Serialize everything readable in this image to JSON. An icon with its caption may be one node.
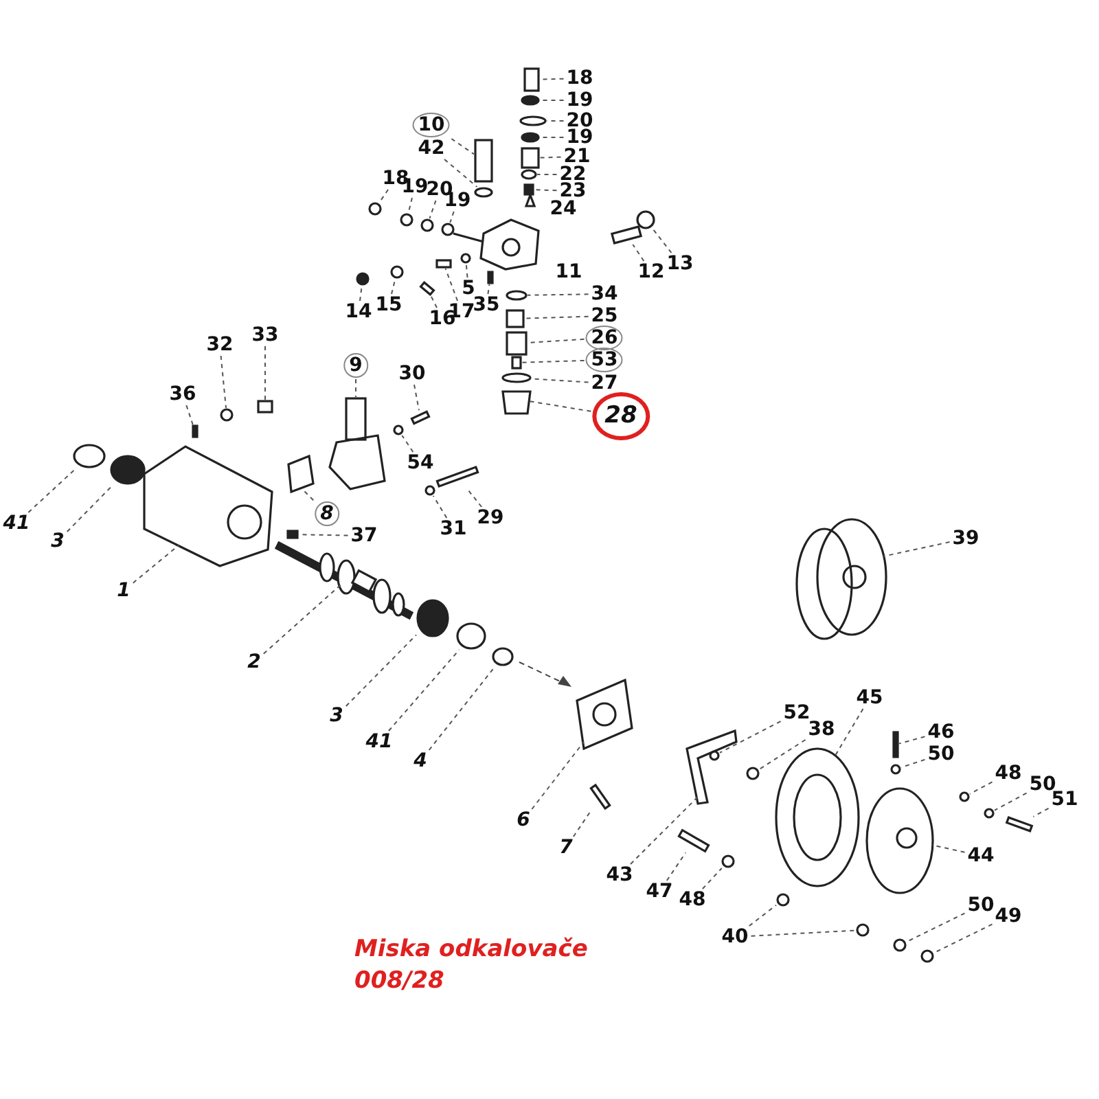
{
  "diagram": {
    "nodes": [
      {
        "text": [
          "18"
        ]
      },
      {
        "text": [
          "19"
        ]
      },
      {
        "text": [
          "20"
        ]
      },
      {
        "text": [
          "19"
        ]
      },
      {
        "text": [
          "10"
        ]
      },
      {
        "text": [
          "42"
        ]
      },
      {
        "text": [
          "21"
        ]
      },
      {
        "text": [
          "22"
        ]
      },
      {
        "text": [
          "23"
        ]
      },
      {
        "text": [
          "18"
        ]
      },
      {
        "text": [
          "19"
        ]
      },
      {
        "text": [
          "20"
        ]
      },
      {
        "text": [
          "19"
        ]
      },
      {
        "text": [
          "12"
        ]
      },
      {
        "text": [
          "13"
        ]
      },
      {
        "text": [
          "14"
        ]
      },
      {
        "text": [
          "15"
        ]
      },
      {
        "text": [
          "5"
        ]
      },
      {
        "text": [
          "16"
        ]
      },
      {
        "text": [
          "17"
        ]
      },
      {
        "text": [
          "35"
        ]
      },
      {
        "text": [
          "34"
        ]
      },
      {
        "text": [
          "25"
        ]
      },
      {
        "text": [
          "26"
        ]
      },
      {
        "text": [
          "53"
        ]
      },
      {
        "text": [
          "27"
        ]
      },
      {
        "text": [
          "28"
        ]
      },
      {
        "text": [
          "9"
        ]
      },
      {
        "text": [
          "30"
        ]
      },
      {
        "text": [
          "32"
        ]
      },
      {
        "text": [
          "33"
        ]
      },
      {
        "text": [
          "36"
        ]
      },
      {
        "text": [
          "54"
        ]
      },
      {
        "text": [
          "29"
        ]
      },
      {
        "text": [
          "31"
        ]
      },
      {
        "text": [
          "8"
        ]
      },
      {
        "text": [
          "37"
        ]
      },
      {
        "text": [
          "41"
        ]
      },
      {
        "text": [
          "3"
        ]
      },
      {
        "text": [
          "1"
        ]
      },
      {
        "text": [
          "2"
        ]
      },
      {
        "text": [
          "3"
        ]
      },
      {
        "text": [
          "41"
        ]
      },
      {
        "text": [
          "4"
        ]
      },
      {
        "text": [
          "39"
        ]
      },
      {
        "text": [
          "52"
        ]
      },
      {
        "text": [
          "38"
        ]
      },
      {
        "text": [
          "45"
        ]
      },
      {
        "text": [
          "46"
        ]
      },
      {
        "text": [
          "50"
        ]
      },
      {
        "text": [
          "48"
        ]
      },
      {
        "text": [
          "50"
        ]
      },
      {
        "text": [
          "51"
        ]
      },
      {
        "text": [
          "6"
        ]
      },
      {
        "text": [
          "7"
        ]
      },
      {
        "text": [
          "43"
        ]
      },
      {
        "text": [
          "47"
        ]
      },
      {
        "text": [
          "48"
        ]
      },
      {
        "text": [
          "44"
        ]
      },
      {
        "text": [
          "40"
        ]
      },
      {
        "text": [
          "50"
        ]
      },
      {
        "text": [
          "49"
        ]
      },
      {
        "text": [],
        "shape": "box"
      },
      {
        "text": [],
        "shape": "circle"
      },
      {
        "text": [],
        "shape": "circle"
      },
      {
        "text": [],
        "shape": "circle"
      },
      {
        "text": [],
        "shape": "box"
      },
      {
        "text": [],
        "shape": "circle"
      },
      {
        "text": [],
        "shape": "box"
      },
      {
        "text": [],
        "shape": "circle"
      },
      {
        "text": [],
        "shape": "box"
      },
      {
        "text": [],
        "shape": "circle"
      },
      {
        "text": [],
        "shape": "circle"
      },
      {
        "text": [],
        "shape": "circle"
      },
      {
        "text": [],
        "shape": "circle"
      },
      {
        "text": [],
        "shape": "box"
      },
      {
        "text": [],
        "shape": "circle"
      },
      {
        "text": [],
        "shape": "circle"
      },
      {
        "text": [],
        "shape": "circle"
      },
      {
        "text": [],
        "shape": "circle"
      },
      {
        "text": [],
        "shape": "box"
      },
      {
        "text": [],
        "shape": "box"
      },
      {
        "text": [],
        "shape": "box"
      },
      {
        "text": [],
        "shape": "circle"
      },
      {
        "text": [],
        "shape": "box"
      },
      {
        "text": [],
        "shape": "box"
      },
      {
        "text": [],
        "shape": "box"
      },
      {
        "text": [],
        "shape": "circle"
      },
      {
        "text": [],
        "shape": "picture"
      },
      {
        "text": [],
        "shape": "box"
      },
      {
        "text": [],
        "shape": "box"
      },
      {
        "text": [],
        "shape": "circle"
      },
      {
        "text": [],
        "shape": "box"
      },
      {
        "text": [],
        "shape": "box"
      },
      {
        "text": [],
        "shape": "circle"
      },
      {
        "text": [],
        "shape": "box"
      },
      {
        "text": [],
        "shape": "circle"
      },
      {
        "text": [],
        "shape": "picture"
      },
      {
        "text": [],
        "shape": "box"
      },
      {
        "text": [],
        "shape": "circle"
      },
      {
        "text": [],
        "shape": "circle"
      },
      {
        "text": [],
        "shape": "picture"
      },
      {
        "text": [],
        "shape": "picture"
      },
      {
        "text": [],
        "shape": "circle"
      },
      {
        "text": [],
        "shape": "circle"
      },
      {
        "text": [],
        "shape": "circle"
      },
      {
        "text": [],
        "shape": "picture"
      },
      {
        "text": [],
        "shape": "circle"
      },
      {
        "text": [],
        "shape": "circle"
      },
      {
        "text": [],
        "shape": "picture"
      },
      {
        "text": [],
        "shape": "box"
      },
      {
        "text": [],
        "shape": "circle"
      },
      {
        "text": [],
        "shape": "circle"
      },
      {
        "text": [],
        "shape": "circle"
      },
      {
        "text": [],
        "shape": "box"
      },
      {
        "text": [],
        "shape": "picture"
      },
      {
        "text": [],
        "shape": "box"
      },
      {
        "text": [],
        "shape": "picture"
      },
      {
        "text": [],
        "shape": "box"
      },
      {
        "text": [],
        "shape": "circle"
      },
      {
        "text": [],
        "shape": "picture"
      },
      {
        "text": [],
        "shape": "circle"
      },
      {
        "text": [],
        "shape": "circle"
      },
      {
        "text": [],
        "shape": "circle"
      },
      {
        "text": [],
        "shape": "circle"
      }
    ],
    "edges": [
      {
        "from": 0,
        "to": 62,
        "arrow": "none"
      },
      {
        "from": 1,
        "to": 63,
        "arrow": "none"
      },
      {
        "from": 2,
        "to": 64,
        "arrow": "none"
      },
      {
        "from": 3,
        "to": 65,
        "arrow": "none"
      },
      {
        "from": 4,
        "to": 66,
        "arrow": "none"
      },
      {
        "from": 5,
        "to": 67,
        "arrow": "none"
      },
      {
        "from": 6,
        "to": 68,
        "arrow": "none"
      },
      {
        "from": 7,
        "to": 69,
        "arrow": "none"
      },
      {
        "from": 8,
        "to": 70,
        "arrow": "none"
      },
      {
        "from": 9,
        "to": 71,
        "arrow": "none"
      },
      {
        "from": 10,
        "to": 72,
        "arrow": "none"
      },
      {
        "from": 11,
        "to": 73,
        "arrow": "none"
      },
      {
        "from": 12,
        "to": 74,
        "arrow": "none"
      },
      {
        "from": 13,
        "to": 75,
        "arrow": "none"
      },
      {
        "from": 14,
        "to": 76,
        "arrow": "none"
      },
      {
        "from": 15,
        "to": 77,
        "arrow": "none"
      },
      {
        "from": 16,
        "to": 78,
        "arrow": "none"
      },
      {
        "from": 17,
        "to": 79,
        "arrow": "none"
      },
      {
        "from": 18,
        "to": 80,
        "arrow": "none"
      },
      {
        "from": 19,
        "to": 81,
        "arrow": "none"
      },
      {
        "from": 20,
        "to": 82,
        "arrow": "none"
      },
      {
        "from": 21,
        "to": 83,
        "arrow": "none"
      },
      {
        "from": 22,
        "to": 84,
        "arrow": "none"
      },
      {
        "from": 23,
        "to": 85,
        "arrow": "none"
      },
      {
        "from": 24,
        "to": 86,
        "arrow": "none"
      },
      {
        "from": 25,
        "to": 87,
        "arrow": "none"
      },
      {
        "from": 26,
        "to": 88,
        "arrow": "none"
      },
      {
        "from": 27,
        "to": 89,
        "arrow": "none"
      },
      {
        "from": 28,
        "to": 90,
        "arrow": "none"
      },
      {
        "from": 29,
        "to": 91,
        "arrow": "none"
      },
      {
        "from": 30,
        "to": 92,
        "arrow": "none"
      },
      {
        "from": 31,
        "to": 93,
        "arrow": "none"
      },
      {
        "from": 32,
        "to": 94,
        "arrow": "none"
      },
      {
        "from": 33,
        "to": 95,
        "arrow": "none"
      },
      {
        "from": 34,
        "to": 96,
        "arrow": "none"
      },
      {
        "from": 35,
        "to": 97,
        "arrow": "none"
      },
      {
        "from": 36,
        "to": 98,
        "arrow": "none"
      },
      {
        "from": 37,
        "to": 99,
        "arrow": "none"
      },
      {
        "from": 38,
        "to": 100,
        "arrow": "none"
      },
      {
        "from": 39,
        "to": 101,
        "arrow": "none"
      },
      {
        "from": 40,
        "to": 102,
        "arrow": "none"
      },
      {
        "from": 41,
        "to": 103,
        "arrow": "none"
      },
      {
        "from": 42,
        "to": 104,
        "arrow": "none"
      },
      {
        "from": 43,
        "to": 105,
        "arrow": "none"
      },
      {
        "from": 44,
        "to": 106,
        "arrow": "none"
      },
      {
        "from": 45,
        "to": 107,
        "arrow": "none"
      },
      {
        "from": 46,
        "to": 108,
        "arrow": "none"
      },
      {
        "from": 47,
        "to": 109,
        "arrow": "none"
      },
      {
        "from": 48,
        "to": 110,
        "arrow": "none"
      },
      {
        "from": 49,
        "to": 111,
        "arrow": "none"
      },
      {
        "from": 50,
        "to": 112,
        "arrow": "none"
      },
      {
        "from": 51,
        "to": 113,
        "arrow": "none"
      },
      {
        "from": 52,
        "to": 114,
        "arrow": "none"
      },
      {
        "from": 53,
        "to": 115,
        "arrow": "none"
      },
      {
        "from": 54,
        "to": 116,
        "arrow": "none"
      },
      {
        "from": 55,
        "to": 117,
        "arrow": "none"
      },
      {
        "from": 56,
        "to": 118,
        "arrow": "none"
      },
      {
        "from": 57,
        "to": 119,
        "arrow": "none"
      },
      {
        "from": 58,
        "to": 120,
        "arrow": "none"
      },
      {
        "from": 59,
        "to": 121,
        "arrow": "none"
      },
      {
        "from": 59,
        "to": 122,
        "arrow": "none"
      },
      {
        "from": 60,
        "to": 123,
        "arrow": "none"
      },
      {
        "from": 61,
        "to": 124,
        "arrow": "none"
      }
    ],
    "labels": [
      "24",
      "11",
      "Miska odkalovače 008/28"
    ]
  }
}
